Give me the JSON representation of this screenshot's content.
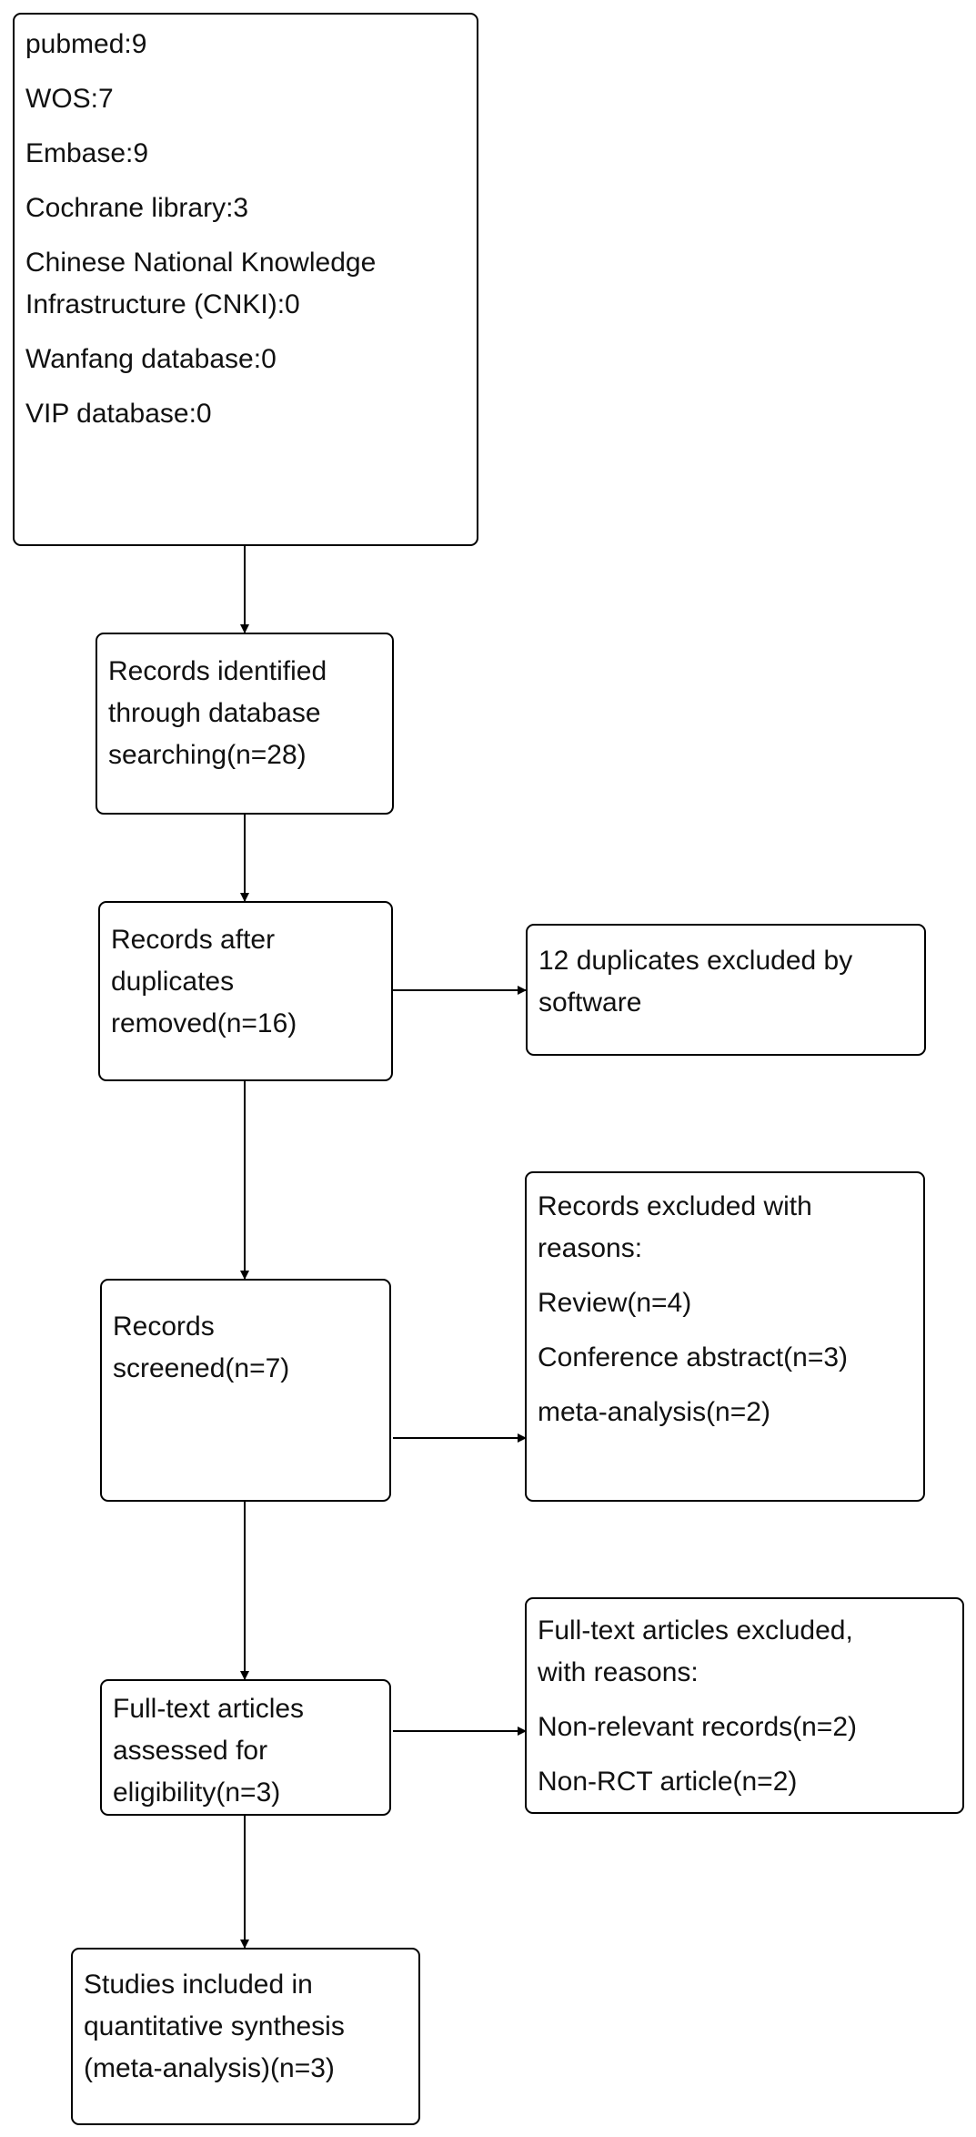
{
  "databases": {
    "items": [
      "pubmed:9",
      "WOS:7",
      "Embase:9",
      "Cochrane library:3",
      "Chinese National Knowledge",
      "Infrastructure (CNKI):0",
      "Wanfang database:0",
      "VIP database:0"
    ]
  },
  "identified": {
    "lines": [
      "Records identified",
      "through database",
      "searching(n=28)"
    ]
  },
  "after_duplicates": {
    "lines": [
      "Records after",
      "duplicates",
      "removed(n=16)"
    ]
  },
  "duplicates_excluded": {
    "lines": [
      "12 duplicates excluded by",
      "software"
    ]
  },
  "screened": {
    "lines": [
      "Records",
      "screened(n=7)"
    ]
  },
  "excluded_reasons": {
    "lines": [
      "Records excluded with",
      "reasons:",
      "Review(n=4)",
      "Conference abstract(n=3)",
      "meta-analysis(n=2)"
    ]
  },
  "fulltext": {
    "lines": [
      "Full-text articles",
      "assessed for",
      "eligibility(n=3)"
    ]
  },
  "fulltext_excluded": {
    "lines": [
      "Full-text articles excluded,",
      "with reasons:",
      "Non-relevant records(n=2)",
      "Non-RCT article(n=2)"
    ]
  },
  "included": {
    "lines": [
      "Studies included in",
      "quantitative synthesis",
      "(meta-analysis)(n=3)"
    ]
  }
}
